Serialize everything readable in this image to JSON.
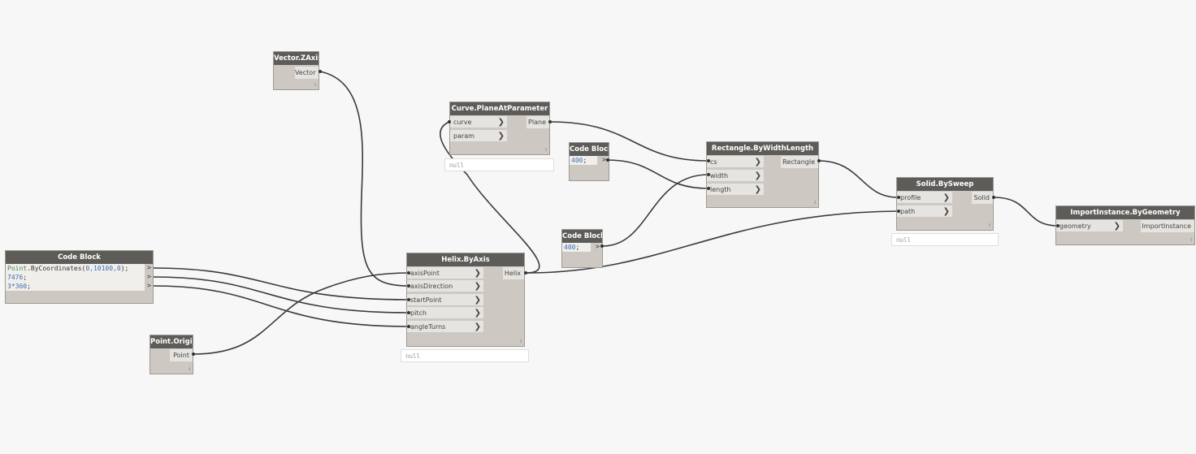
{
  "nodes": {
    "vector_zaxis": {
      "title": "Vector.ZAxis",
      "output": "Vector"
    },
    "point_origin": {
      "title": "Point.Origin",
      "output": "Point"
    },
    "code_block_main": {
      "title": "Code Block",
      "lines": [
        {
          "fn": "Point",
          "rest": ".ByCoordinates(",
          "args": "0,10100,0",
          "tail": ");"
        },
        {
          "num": "7476",
          "tail": ";"
        },
        {
          "num": "3*360",
          "tail": ";"
        }
      ],
      "out_marker": ">"
    },
    "helix_byaxis": {
      "title": "Helix.ByAxis",
      "inputs": [
        "axisPoint",
        "axisDirection",
        "startPoint",
        "pitch",
        "angleTurns"
      ],
      "output": "Helix",
      "preview": "null"
    },
    "curve_plane": {
      "title": "Curve.PlaneAtParameter",
      "inputs": [
        "curve",
        "param"
      ],
      "output": "Plane",
      "preview": "null"
    },
    "code_block_a": {
      "title": "Code Block",
      "code_num": "400",
      "code_tail": ";",
      "out_marker": ">"
    },
    "code_block_b": {
      "title": "Code Block",
      "code_num": "400",
      "code_tail": ";",
      "out_marker": ">"
    },
    "rectangle": {
      "title": "Rectangle.ByWidthLength",
      "inputs": [
        "cs",
        "width",
        "length"
      ],
      "output": "Rectangle"
    },
    "solid_sweep": {
      "title": "Solid.BySweep",
      "inputs": [
        "profile",
        "path"
      ],
      "output": "Solid",
      "preview": "null"
    },
    "import_instance": {
      "title": "ImportInstance.ByGeometry",
      "inputs": [
        "geometry"
      ],
      "output": "ImportInstance"
    }
  },
  "glyphs": {
    "chevron": "❯",
    "corner": "⁞"
  },
  "colors": {
    "wire": "#3a3a3a",
    "header": "#5e5c59",
    "body": "#cdc9c2",
    "number": "#3b6db5",
    "function": "#4b8754"
  }
}
